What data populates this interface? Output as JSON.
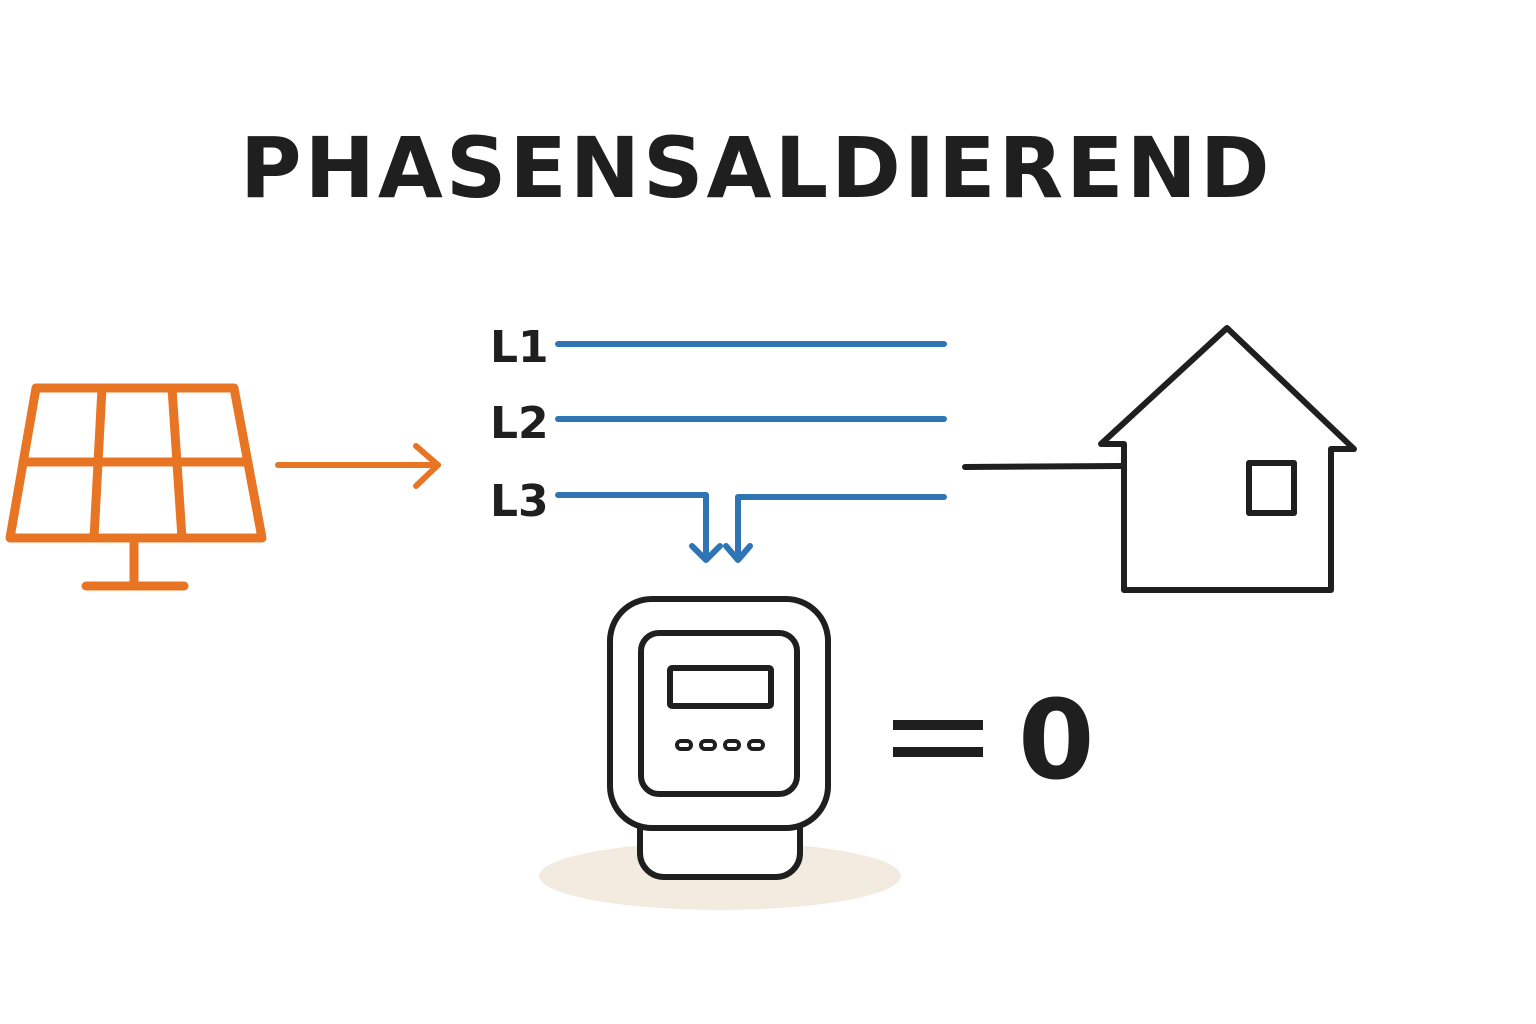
{
  "title": "PHASENSALDIEREND",
  "phases": [
    {
      "label": "L1"
    },
    {
      "label": "L2"
    },
    {
      "label": "L3"
    }
  ],
  "result": {
    "zero": "0"
  },
  "colors": {
    "solar": "#e87524",
    "phase_line": "#2f75b5",
    "outline": "#1f1f1f",
    "shadow": "#f3ebdf"
  },
  "icons": {
    "solar": "solar-panel-icon",
    "house": "house-icon",
    "meter": "electricity-meter-icon"
  }
}
